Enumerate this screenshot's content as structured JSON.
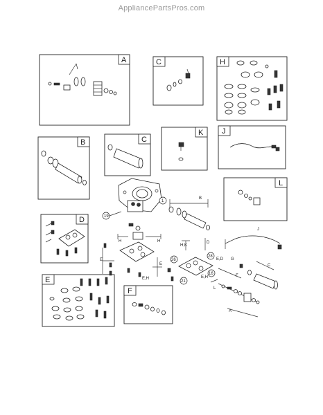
{
  "watermark": "AppliancePartsPros.com",
  "panels": {
    "A": "A",
    "B": "B",
    "C1": "C",
    "C2": "C",
    "D": "D",
    "E": "E",
    "F": "F",
    "H": "H",
    "J": "J",
    "K": "K",
    "L": "L"
  },
  "callouts": {
    "c1": "19",
    "c2": "1",
    "c3": "26",
    "c4": "28",
    "c5": "16",
    "c6": "21"
  },
  "labels": {
    "B": "B",
    "H1": "H",
    "H2": "H",
    "E1": "E",
    "E2": "E",
    "EH": "E,H",
    "HK": "H,K",
    "D": "D",
    "ED": "E,D",
    "EH2": "E,H",
    "F": "F",
    "C": "C",
    "G": "G",
    "A": "A",
    "J": "J",
    "L": "L"
  }
}
